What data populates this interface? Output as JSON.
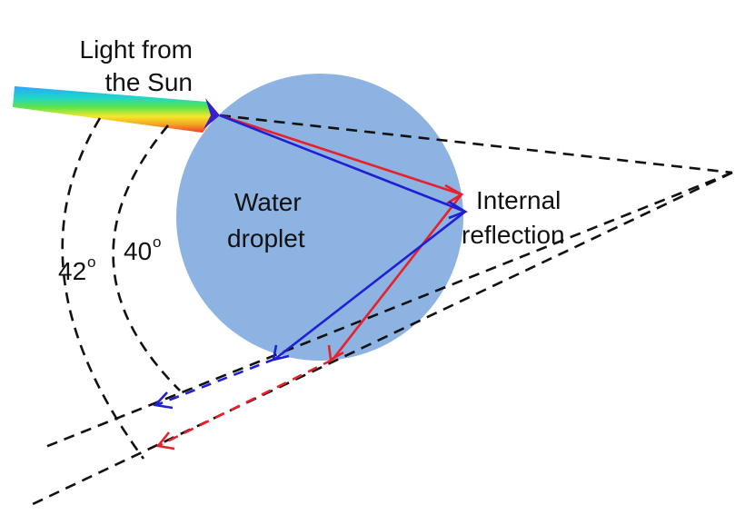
{
  "labels": {
    "sun_line1": "Light from",
    "sun_line2": "the Sun",
    "droplet_line1": "Water",
    "droplet_line2": "droplet",
    "internal_line1": "Internal",
    "internal_line2": "reflection",
    "angle_42": "42",
    "angle_40": "40",
    "degree_mark": "o"
  },
  "colors": {
    "droplet": "#8db3e2",
    "red_ray": "#e8202a",
    "blue_ray": "#1f1fd6",
    "dashed": "#111111"
  }
}
